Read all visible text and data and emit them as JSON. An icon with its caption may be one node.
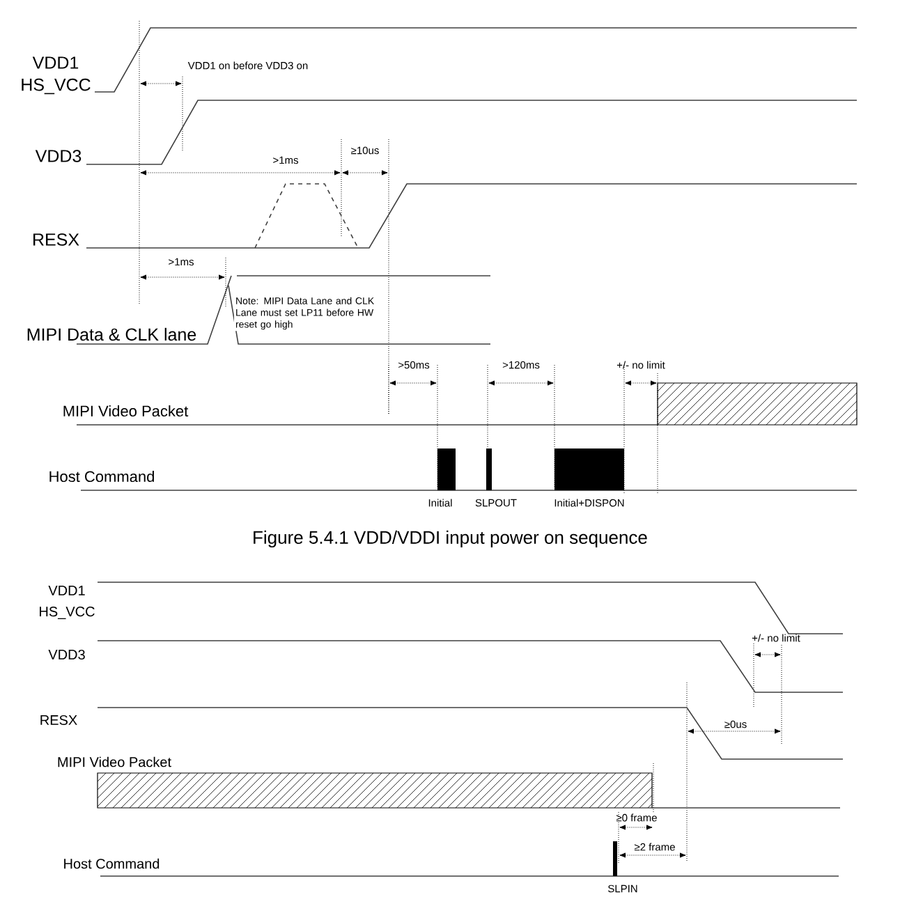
{
  "diagram": {
    "caption": "Figure 5.4.1    VDD/VDDI input power on sequence",
    "labels": [
      "VDD1",
      "HS_VCC",
      "VDD1 on before VDD3 on",
      "VDD3",
      ">1ms",
      "≥10us",
      "RESX",
      ">1ms",
      "MIPI Data & CLK lane",
      "Note: MIPI Data Lane and CLK Lane must set LP11 before HW reset go high",
      ">50ms",
      ">120ms",
      "+/- no limit",
      "MIPI Video Packet",
      "Host Command",
      "Initial",
      "SLPOUT",
      "Initial+DISPON",
      "VDD1",
      "HS_VCC",
      "VDD3",
      "+/- no limit",
      "RESX",
      "≥0us",
      "MIPI Video Packet",
      "≥0 frame",
      "≥2 frame",
      "Host Command",
      "SLPIN"
    ]
  }
}
